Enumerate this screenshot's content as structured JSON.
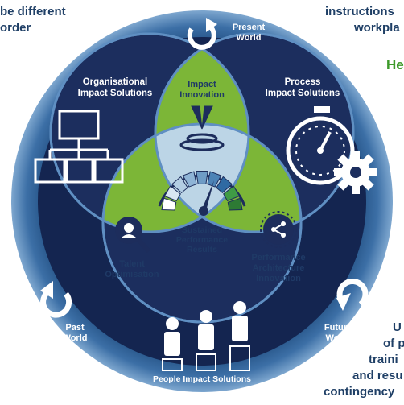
{
  "edge_text": {
    "top_left": [
      "be different",
      "order"
    ],
    "top_right": [
      "instructions",
      "workpla"
    ],
    "right_green": "He",
    "bottom_right": [
      "U",
      "of p",
      "traini",
      "and resu",
      "contingency"
    ]
  },
  "diagram": {
    "outer_ring": {
      "present_world": [
        "Present",
        "World"
      ],
      "past_world": [
        "Past",
        "World"
      ],
      "future_world": [
        "Future",
        "World"
      ]
    },
    "circles": {
      "organisational": [
        "Organisational",
        "Impact Solutions"
      ],
      "process": [
        "Process",
        "Impact Solutions"
      ],
      "people": "People Impact Solutions"
    },
    "overlaps": {
      "impact_innovation": [
        "Impact",
        "Innovation"
      ],
      "talent_optimisation": [
        "Talent",
        "Optimisation"
      ],
      "performance_architecture": [
        "Performance",
        "Architecture",
        "Innovation"
      ]
    },
    "center": [
      "Sustained",
      "Performance",
      "Results"
    ]
  },
  "colors": {
    "ring": "#2f5f95",
    "ring_light": "#6f9cc9",
    "circle_fill": "#1d2d5c",
    "overlap_green": "#7cb637",
    "center_fill": "#b9d3e4",
    "icon_white": "#ffffff"
  }
}
